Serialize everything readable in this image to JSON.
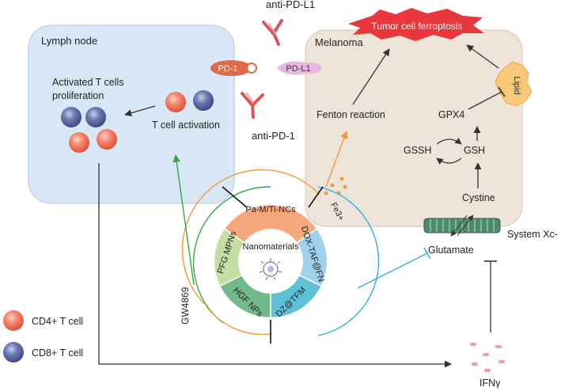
{
  "diagram": {
    "panels": {
      "lymph_node": "Lymph node",
      "melanoma": "Melanoma"
    },
    "banner": "Tumor cell ferroptosis",
    "antibodies": {
      "anti_pd_l1": "anti-PD-L1",
      "anti_pd_1": "anti-PD-1"
    },
    "checkpoints": {
      "pd1": "PD-1",
      "pdl1": "PD-L1"
    },
    "lymph": {
      "activated_line1": "Activated T cells",
      "activated_line2": "proliferation",
      "t_cell_activation": "T cell activation"
    },
    "pathway": {
      "fenton": "Fenton reaction",
      "gpx4": "GPX4",
      "lipid": "Lipid",
      "gssh": "GSSH",
      "gsh": "GSH",
      "cystine": "Cystine",
      "system_xc": "System Xc-",
      "glutamate": "Glutamate",
      "fe3": "Fe3+",
      "ifng": "IFNγ"
    },
    "wheel": {
      "center": "Nanomaterials",
      "segments": [
        "Pa-M/Ti-NCs",
        "DOX-TAF@FN",
        "DZ@TFM",
        "HGF NPs",
        "PFG MPNs"
      ],
      "inhibitor": "GW4869"
    },
    "legend": {
      "cd4": "CD4+ T cell",
      "cd8": "CD8+ T cell"
    },
    "colors": {
      "lymph_panel": "#d8e8f6",
      "melanoma_panel": "#efe4da",
      "banner": "#e8383b",
      "cd4": "#f27a63",
      "cd8": "#5b6aa3",
      "seg_orange": "#f7a77c",
      "seg_blue": "#9fd1ee",
      "seg_teal": "#5ec1d6",
      "seg_green": "#72b98a",
      "seg_lightgreen": "#c5dea3",
      "arrow_green": "#37a845",
      "arrow_orange": "#f29a38",
      "arrow_blue": "#2ab4e0"
    }
  }
}
